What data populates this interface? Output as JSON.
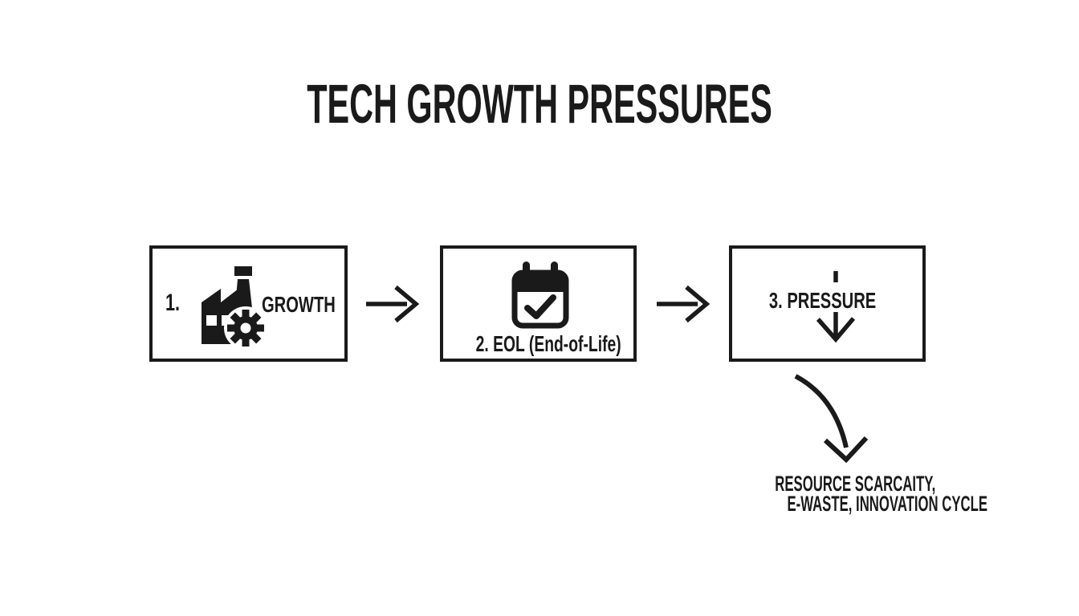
{
  "colors": {
    "background": "#ffffff",
    "ink": "#1a1a1a"
  },
  "title": "TECH GROWTH PRESSURES",
  "steps": [
    {
      "number": "1.",
      "label": "GROWTH",
      "icon": "factory-gear-icon"
    },
    {
      "label": "2. EOL (End-of-Life)",
      "icon": "calendar-check-icon"
    },
    {
      "label": "3. PRESSURE",
      "icon": "arrow-down-icon"
    }
  ],
  "connectors": [
    {
      "icon": "arrow-right-icon"
    },
    {
      "icon": "arrow-right-icon"
    },
    {
      "icon": "curved-arrow-down-icon"
    }
  ],
  "outcome": {
    "line1": "RESOURCE SCARCAITY,",
    "line2": "E-WASTE, INNOVATION CYCLE"
  }
}
